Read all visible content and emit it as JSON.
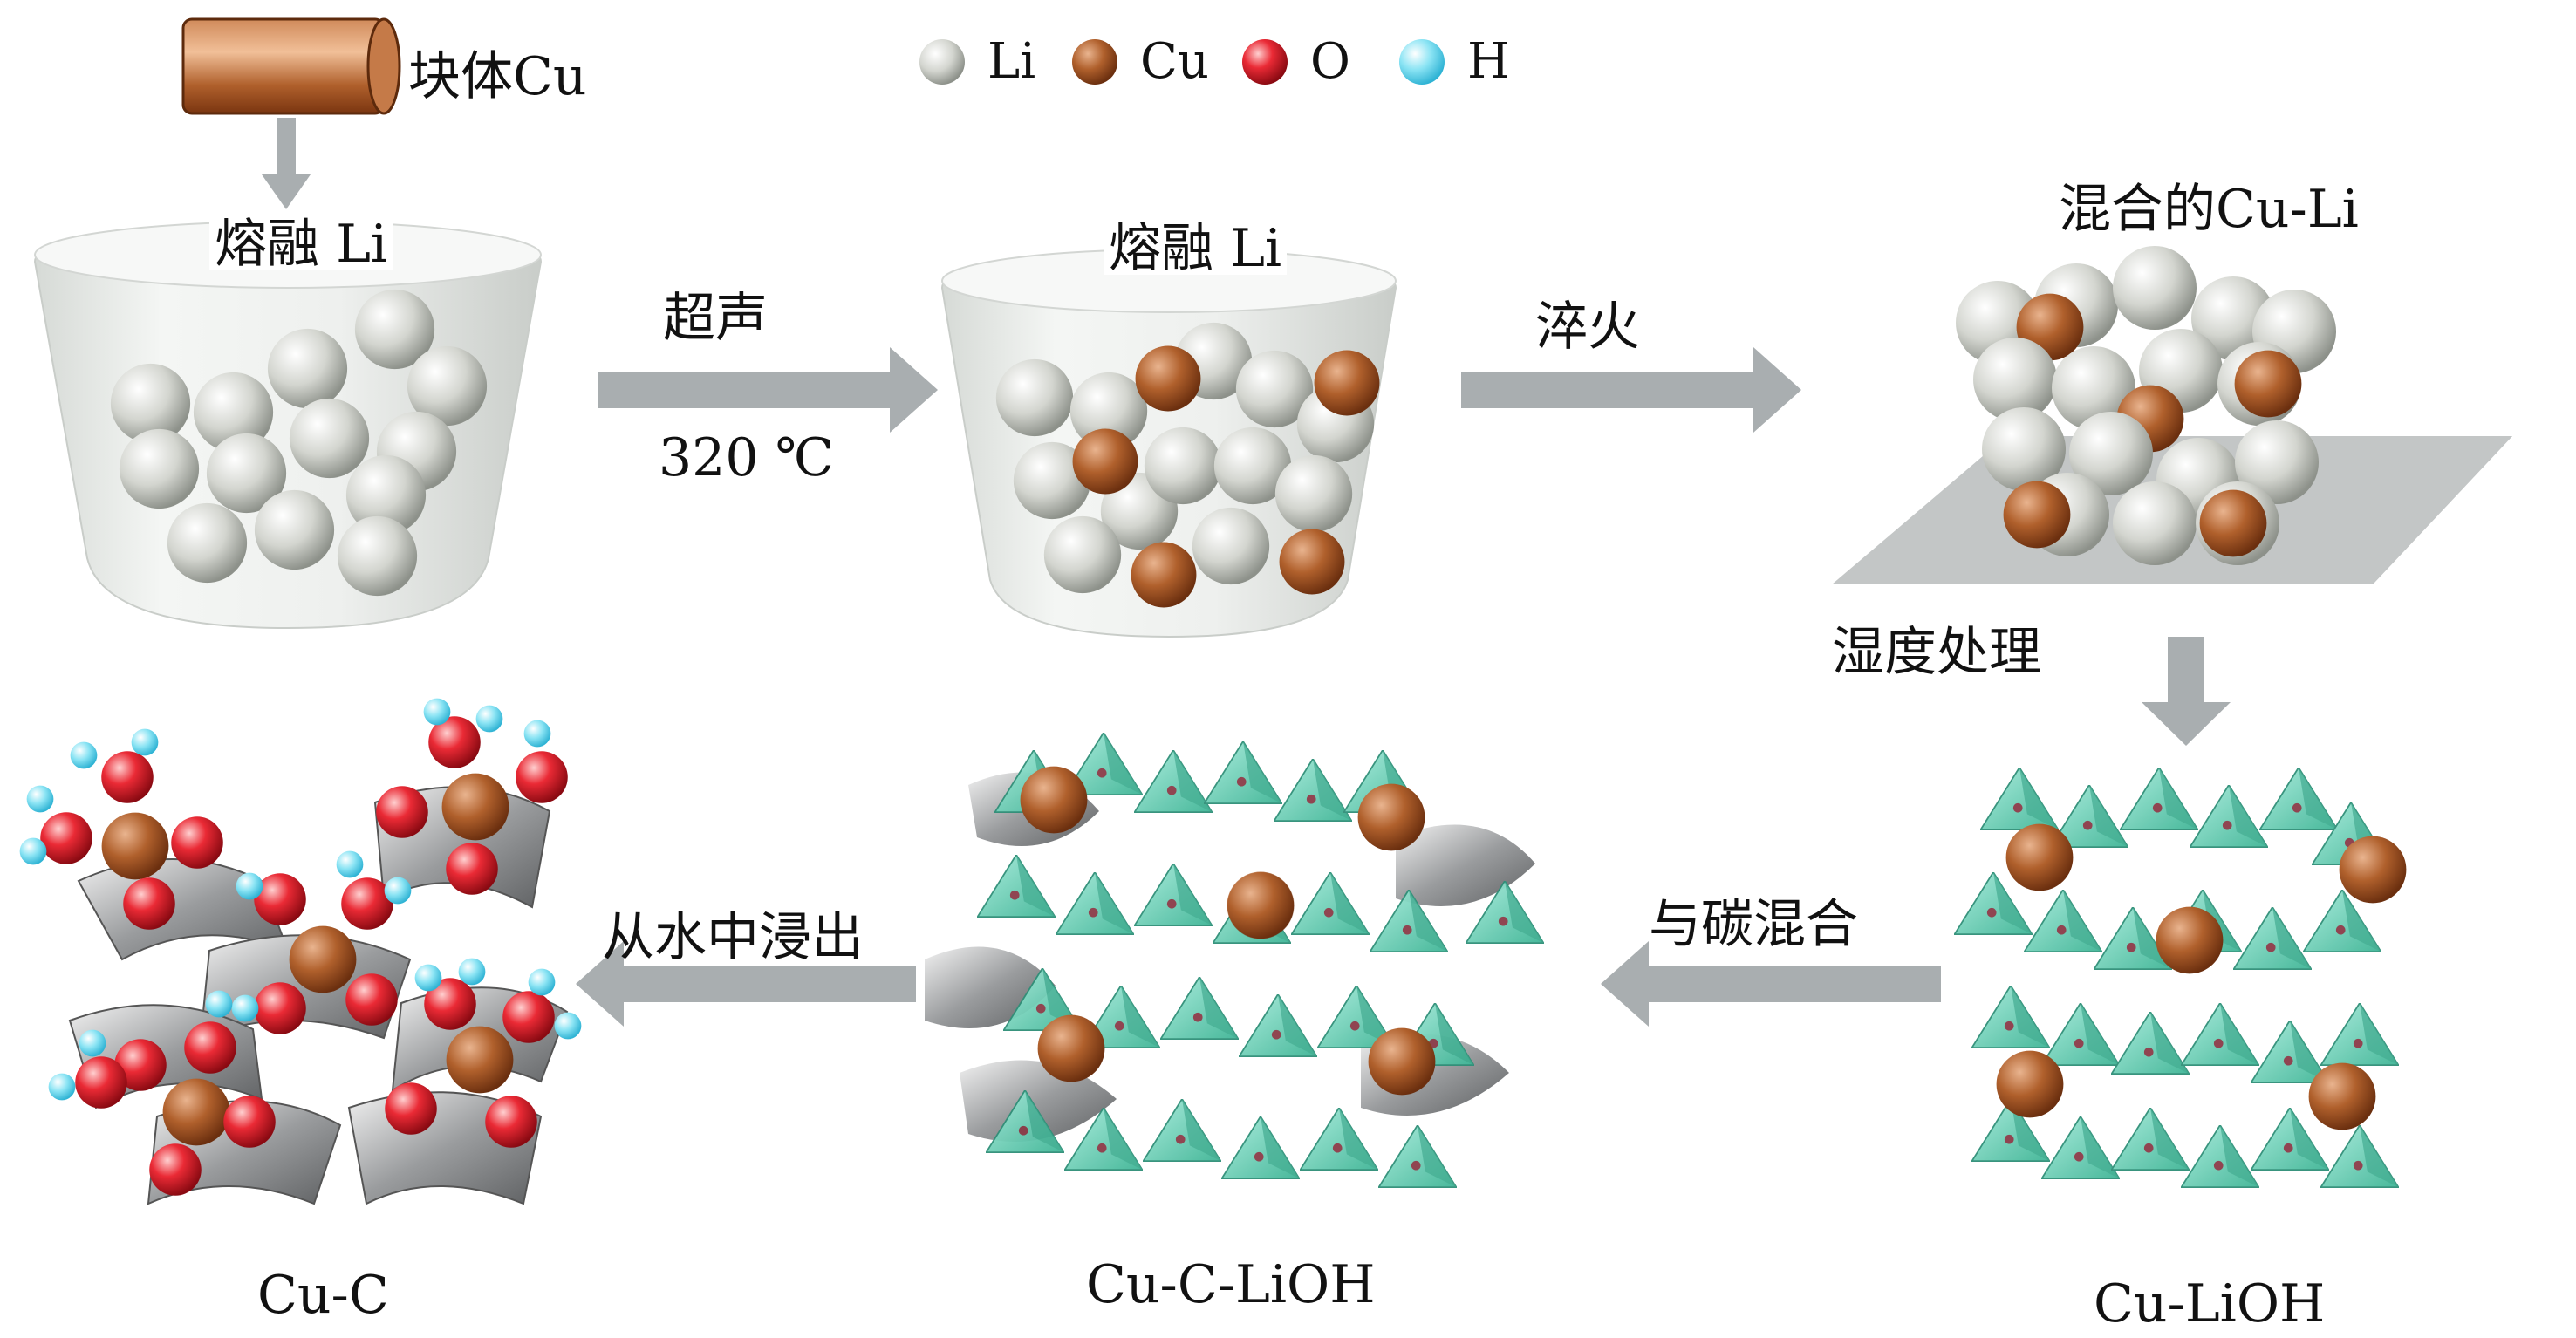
{
  "legend": [
    {
      "symbol": "Li",
      "color": "#c8cbc4"
    },
    {
      "symbol": "Cu",
      "color": "#a0522d"
    },
    {
      "symbol": "O",
      "color": "#e21f2a"
    },
    {
      "symbol": "H",
      "color": "#7fe0f2"
    }
  ],
  "labels": {
    "bulk_cu": "块体Cu",
    "molten_li_1": "熔融 Li",
    "molten_li_2": "熔融 Li",
    "ultrasonic": "超声",
    "temperature": "320 ℃",
    "quench": "淬火",
    "mixed_cu_li": "混合的Cu-Li",
    "humidity": "湿度处理",
    "mix_carbon": "与碳混合",
    "leach_water": "从水中浸出",
    "cu_c": "Cu-C",
    "cu_c_lioh": "Cu-C-LiOH",
    "cu_lioh": "Cu-LiOH"
  },
  "colors": {
    "arrow": "#a9aeb0",
    "cup": "#e6e9e6",
    "tetra": "#5fcdb0",
    "carbon_sheet": "#8a8c8e"
  }
}
